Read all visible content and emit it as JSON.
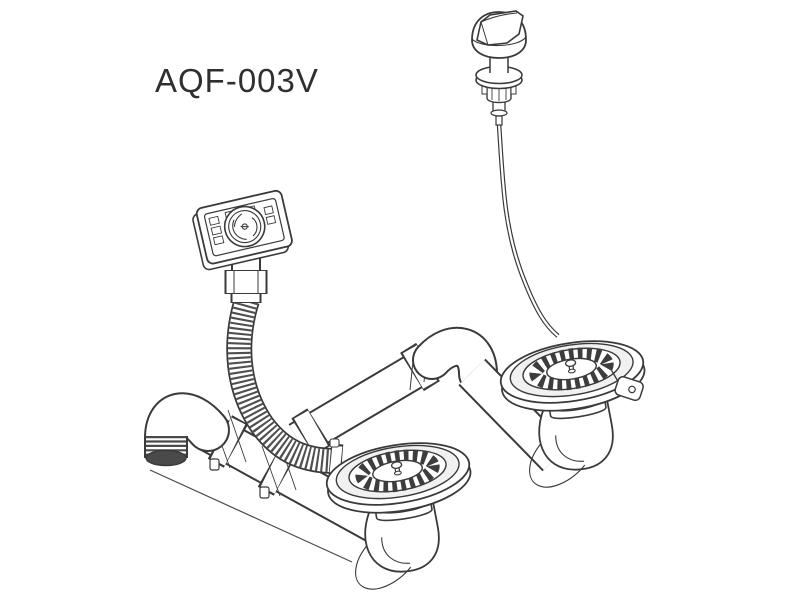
{
  "window": {
    "background": "#ffffff"
  },
  "diagram": {
    "label": "AQF-003V",
    "line_color": "#3a3a3a",
    "fill_color": "#ffffff",
    "type": "technical-line-drawing",
    "subject": "Sink drain waste kit exploded-style illustration",
    "parts": [
      {
        "name": "popup-control-knob",
        "role": "rotary pop-up actuator knob with mounting flange"
      },
      {
        "name": "control-cable",
        "role": "flexible cable from knob to right basket strainer"
      },
      {
        "name": "overflow-plate",
        "role": "rectangular overflow cover with round dial"
      },
      {
        "name": "overflow-hose",
        "role": "corrugated flexible overflow hose"
      },
      {
        "name": "basket-strainer-left",
        "role": "sink basket strainer waste, left bowl"
      },
      {
        "name": "basket-strainer-right",
        "role": "sink basket strainer waste, right bowl"
      },
      {
        "name": "outlet-elbow",
        "role": "90-degree outlet elbow with ribbed connector"
      },
      {
        "name": "drain-pipe-run",
        "role": "connecting drain pipes with compression collars"
      }
    ]
  }
}
